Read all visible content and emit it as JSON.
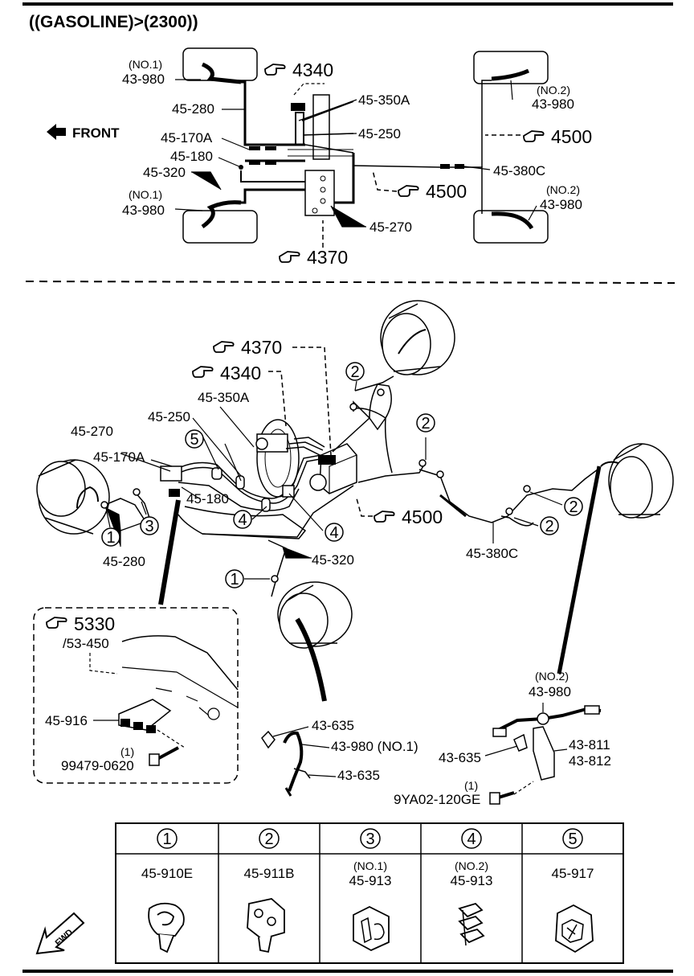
{
  "title": "((GASOLINE)>(2300))",
  "top": {
    "front": "FRONT",
    "refs": {
      "r4340": "4340",
      "r4500a": "4500",
      "r4500b": "4500",
      "r4370": "4370"
    },
    "labels": {
      "no1_top": "(NO.1)",
      "p43980_tl": "43-980",
      "p45280": "45-280",
      "p45170a": "45-170A",
      "p45180": "45-180",
      "p45320": "45-320",
      "no1_bot": "(NO.1)",
      "p43980_bl": "43-980",
      "p45350a": "45-350A",
      "p45250": "45-250",
      "p45270": "45-270",
      "no2_top": "(NO.2)",
      "p43980_tr": "43-980",
      "p45380c": "45-380C",
      "no2_bot": "(NO.2)",
      "p43980_br": "43-980"
    }
  },
  "bottom": {
    "refs": {
      "r4370": "4370",
      "r4340": "4340",
      "r4500": "4500",
      "r5330": "5330"
    },
    "labels": {
      "p45350a": "45-350A",
      "p45250": "45-250",
      "p45270": "45-270",
      "p45170a": "45-170A",
      "p45180": "45-180",
      "p45280": "45-280",
      "p45320": "45-320",
      "p45380c": "45-380C",
      "p53450": "/53-450",
      "p45916": "45-916",
      "q1": "(1)",
      "p99479": "99479-0620",
      "p43635a": "43-635",
      "p43980no1": "43-980 (NO.1)",
      "p43635b": "43-635",
      "no2": "(NO.2)",
      "p43980": "43-980",
      "p43811": "43-811",
      "p43812": "43-812",
      "p43635c": "43-635",
      "q1b": "(1)",
      "p9ya02": "9YA02-120GE"
    },
    "circles": [
      "1",
      "2",
      "3",
      "4",
      "5"
    ]
  },
  "table": {
    "headers": [
      "1",
      "2",
      "3",
      "4",
      "5"
    ],
    "cells": [
      {
        "sub": "",
        "part": "45-910E"
      },
      {
        "sub": "",
        "part": "45-911B"
      },
      {
        "sub": "(NO.1)",
        "part": "45-913"
      },
      {
        "sub": "(NO.2)",
        "part": "45-913"
      },
      {
        "sub": "",
        "part": "45-917"
      }
    ]
  },
  "fwd": "FWD"
}
